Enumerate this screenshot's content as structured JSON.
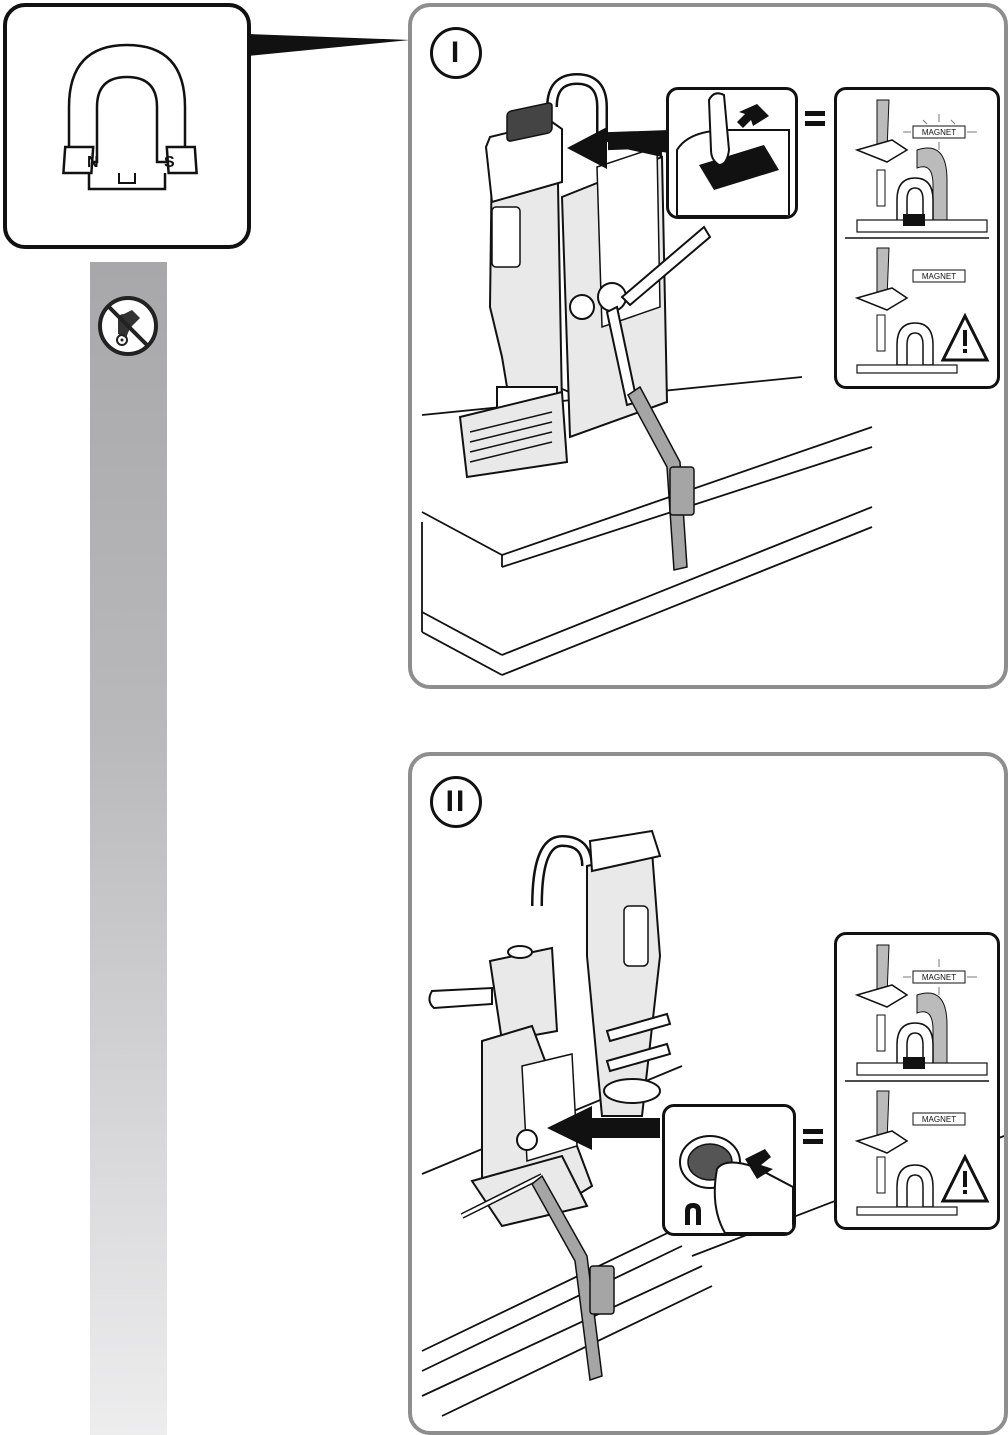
{
  "magnet_symbol": {
    "north_label": "N",
    "south_label": "S"
  },
  "steps": [
    {
      "number": "I",
      "indicator_top_label": "MAGNET",
      "indicator_bottom_label": "MAGNET"
    },
    {
      "number": "II",
      "indicator_top_label": "MAGNET",
      "indicator_bottom_label": "MAGNET"
    }
  ],
  "icons": {
    "prohibition": "no-hand-contact-icon",
    "warning": "warning-triangle-icon",
    "magnet_button": "magnet-button-icon"
  },
  "colors": {
    "panel_border": "#8e8e8e",
    "strip_top": "#a8a8aa",
    "strip_bottom": "#ededee",
    "strap": "#a5a5a5",
    "drill_body": "#e9e9e9"
  }
}
